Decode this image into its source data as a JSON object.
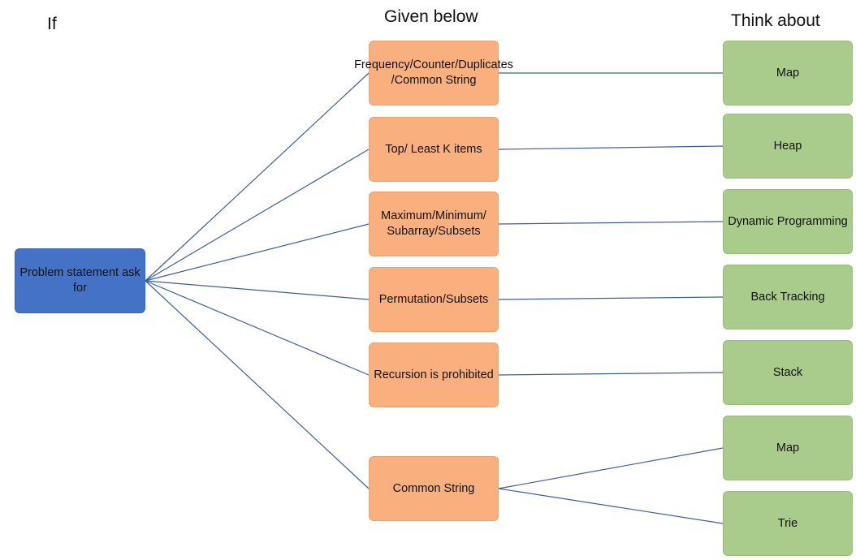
{
  "headings": {
    "if": "If",
    "given_below": "Given below",
    "think_about": "Think about"
  },
  "source": {
    "label": "Problem statement ask for"
  },
  "given": [
    {
      "label": "Frequency/Counter/Duplicates /Common String"
    },
    {
      "label": "Top/ Least K items"
    },
    {
      "label": "Maximum/Minimum/ Subarray/Subsets"
    },
    {
      "label": "Permutation/Subsets"
    },
    {
      "label": "Recursion is prohibited"
    },
    {
      "label": "Common String"
    }
  ],
  "think": [
    {
      "label": "Map"
    },
    {
      "label": "Heap"
    },
    {
      "label": "Dynamic Programming"
    },
    {
      "label": "Back Tracking"
    },
    {
      "label": "Stack"
    },
    {
      "label": "Map"
    },
    {
      "label": "Trie"
    }
  ],
  "links": [
    {
      "from": 0,
      "to": 0
    },
    {
      "from": 1,
      "to": 1
    },
    {
      "from": 2,
      "to": 2
    },
    {
      "from": 3,
      "to": 3
    },
    {
      "from": 4,
      "to": 4
    },
    {
      "from": 5,
      "to": 5
    },
    {
      "from": 5,
      "to": 6
    }
  ],
  "colors": {
    "source_fill": "#4472c4",
    "given_fill": "#f9b07e",
    "think_fill": "#a9cb8c",
    "connector": "#3f5f9a"
  }
}
